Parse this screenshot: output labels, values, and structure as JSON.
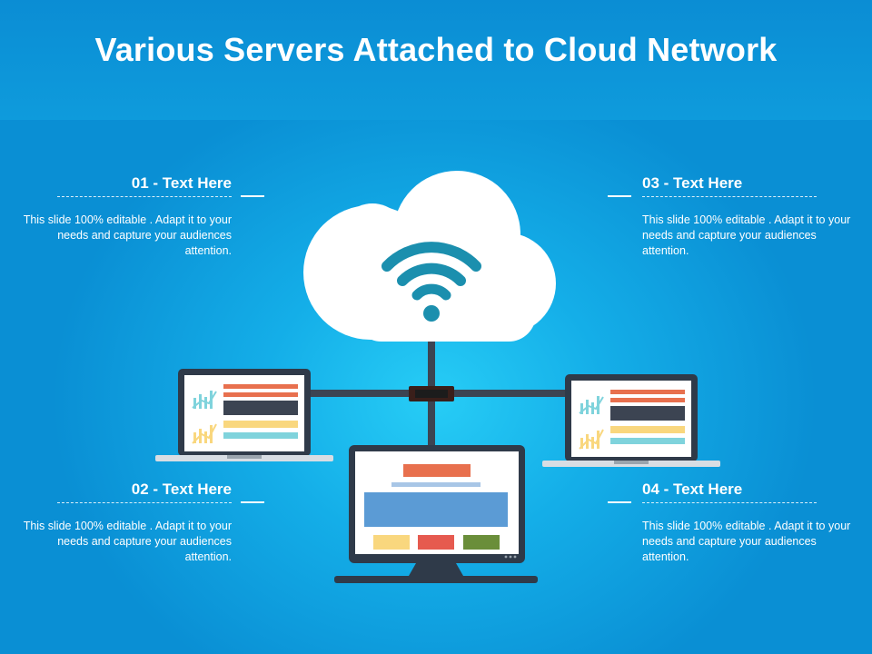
{
  "title": "Various Servers Attached to Cloud Network",
  "cards": [
    {
      "heading": "01 - Text Here",
      "text": "This slide 100% editable . Adapt it to your needs and capture your audiences attention."
    },
    {
      "heading": "02 - Text Here",
      "text": "This slide 100% editable . Adapt it to your needs and capture your audiences attention."
    },
    {
      "heading": "03 - Text Here",
      "text": "This slide 100% editable . Adapt it to your needs and capture your audiences attention."
    },
    {
      "heading": "04 - Text Here",
      "text": "This slide 100% editable . Adapt it to your needs and capture your audiences attention."
    }
  ],
  "icons": {
    "cloud": "cloud-icon",
    "wifi": "wifi-icon",
    "laptop_left": "laptop-icon",
    "laptop_right": "laptop-icon",
    "monitor": "monitor-icon"
  },
  "colors": {
    "background": "#14aee8",
    "header": "#0b8dd4",
    "cloud": "#ffffff",
    "wifi": "#1b8fae",
    "cable": "#3c4452",
    "device_frame": "#2f3a49",
    "accent_orange": "#e8704e",
    "accent_yellow": "#f9d77e",
    "accent_cyan": "#7fd3dc",
    "accent_blue": "#5b9bd5",
    "accent_red": "#e65a4f",
    "accent_green": "#6a8e3a"
  }
}
